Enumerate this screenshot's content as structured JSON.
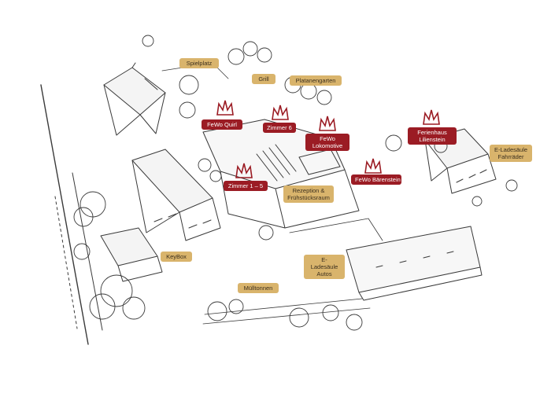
{
  "colors": {
    "sketch": "#3a3a3a",
    "gold_label": "#d9b46c",
    "red_label": "#9b1c24",
    "crown": "#9b1c24"
  },
  "icons": [
    "crown-icon"
  ],
  "labels": {
    "spielplatz": "Spielplatz",
    "grill": "Grill",
    "platanengarten": "Platanengarten",
    "fewo_quirl": "FeWo Quirl",
    "zimmer_6": "Zimmer 6",
    "fewo_lokomotive": "FeWo\nLokomotive",
    "ferienhaus_lilienstein": "Ferienhaus\nLilienstein",
    "e_ladesaeule_fahrraeder": "E-Ladesäule\nFahrräder",
    "fewo_baerenstein": "FeWo Bärenstein",
    "zimmer_1_5": "Zimmer 1 – 5",
    "rezeption": "Rezeption &\nFrühstücksraum",
    "keybox": "KeyBox",
    "e_ladesaeule_autos": "E-Ladesäule\nAutos",
    "muelltonnen": "Mülltonnen"
  }
}
